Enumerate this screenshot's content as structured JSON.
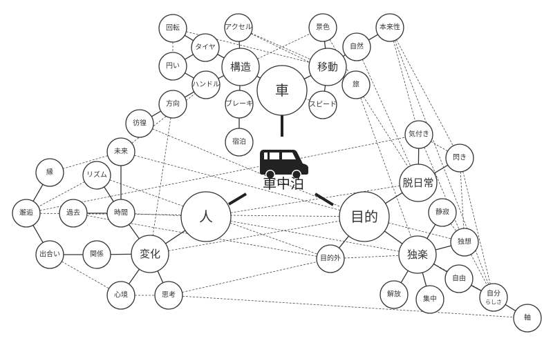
{
  "title": "車中泊",
  "center": {
    "label": "車中泊",
    "icon": "car-icon"
  },
  "nodes": [
    {
      "id": "kuruma",
      "label": "車",
      "size": "xl"
    },
    {
      "id": "hito",
      "label": "人",
      "size": "xl"
    },
    {
      "id": "mokuteki",
      "label": "目的",
      "size": "xl"
    },
    {
      "id": "kouzou",
      "label": "構造",
      "size": "l"
    },
    {
      "id": "idou",
      "label": "移動",
      "size": "l"
    },
    {
      "id": "henka",
      "label": "変化",
      "size": "l"
    },
    {
      "id": "datsunichijou",
      "label": "脱日常",
      "size": "l"
    },
    {
      "id": "dokuraku",
      "label": "独楽",
      "size": "l"
    },
    {
      "id": "kaiten",
      "label": "回転",
      "size": "s"
    },
    {
      "id": "accel",
      "label": "アクセル",
      "size": "s"
    },
    {
      "id": "taiya",
      "label": "タイヤ",
      "size": "s"
    },
    {
      "id": "marui",
      "label": "円い",
      "size": "s"
    },
    {
      "id": "handle",
      "label": "ハンドル",
      "size": "s"
    },
    {
      "id": "houkou",
      "label": "方向",
      "size": "s"
    },
    {
      "id": "brake",
      "label": "ブレーキ",
      "size": "s"
    },
    {
      "id": "shukuhaku",
      "label": "宿泊",
      "size": "s"
    },
    {
      "id": "keshiki",
      "label": "景色",
      "size": "s"
    },
    {
      "id": "shizen",
      "label": "自然",
      "size": "s"
    },
    {
      "id": "honraisei",
      "label": "本来性",
      "size": "s"
    },
    {
      "id": "tabi",
      "label": "旅",
      "size": "s"
    },
    {
      "id": "speed",
      "label": "スピード",
      "size": "s"
    },
    {
      "id": "houkou2",
      "label": "彷徨",
      "size": "s"
    },
    {
      "id": "mirai",
      "label": "未来",
      "size": "s"
    },
    {
      "id": "en",
      "label": "縁",
      "size": "s"
    },
    {
      "id": "rhythm",
      "label": "リズム",
      "size": "s"
    },
    {
      "id": "kaikou",
      "label": "邂逅",
      "size": "s"
    },
    {
      "id": "kako",
      "label": "過去",
      "size": "s"
    },
    {
      "id": "jikan",
      "label": "時間",
      "size": "s"
    },
    {
      "id": "deai",
      "label": "出合い",
      "size": "s"
    },
    {
      "id": "kankei",
      "label": "関係",
      "size": "s"
    },
    {
      "id": "shinkyou",
      "label": "心境",
      "size": "s"
    },
    {
      "id": "shikou",
      "label": "思考",
      "size": "s"
    },
    {
      "id": "mokutekigai",
      "label": "目的外",
      "size": "s"
    },
    {
      "id": "kizuki",
      "label": "気付き",
      "size": "s"
    },
    {
      "id": "hirameki",
      "label": "閃き",
      "size": "s"
    },
    {
      "id": "seijaku",
      "label": "静寂",
      "size": "s"
    },
    {
      "id": "dokusou",
      "label": "独想",
      "size": "s"
    },
    {
      "id": "jiyuu",
      "label": "自由",
      "size": "s"
    },
    {
      "id": "kaihou",
      "label": "解放",
      "size": "s"
    },
    {
      "id": "shuuchuu",
      "label": "集中",
      "size": "s"
    },
    {
      "id": "jibunrashisa",
      "label": "自分",
      "sublabel": "らしさ",
      "size": "s"
    },
    {
      "id": "jiku",
      "label": "軸",
      "size": "s"
    }
  ],
  "solid_links": [
    [
      "kaiten",
      "taiya"
    ],
    [
      "taiya",
      "marui"
    ],
    [
      "taiya",
      "kouzou"
    ],
    [
      "marui",
      "handle"
    ],
    [
      "handle",
      "kouzou"
    ],
    [
      "handle",
      "houkou"
    ],
    [
      "houkou",
      "houkou2"
    ],
    [
      "accel",
      "kouzou"
    ],
    [
      "kouzou",
      "kuruma"
    ],
    [
      "kouzou",
      "brake"
    ],
    [
      "brake",
      "shukuhaku"
    ],
    [
      "keshiki",
      "idou"
    ],
    [
      "idou",
      "shizen"
    ],
    [
      "shizen",
      "honraisei"
    ],
    [
      "idou",
      "tabi"
    ],
    [
      "idou",
      "speed"
    ],
    [
      "idou",
      "kuruma"
    ],
    [
      "en",
      "kaikou"
    ],
    [
      "kaikou",
      "deai"
    ],
    [
      "kako",
      "jikan"
    ],
    [
      "mirai",
      "jikan"
    ],
    [
      "rhythm",
      "jikan"
    ],
    [
      "jikan",
      "henka"
    ],
    [
      "deai",
      "kankei"
    ],
    [
      "kankei",
      "henka"
    ],
    [
      "henka",
      "shinkyou"
    ],
    [
      "henka",
      "shikou"
    ],
    [
      "henka",
      "hito"
    ],
    [
      "mokuteki",
      "datsunichijou"
    ],
    [
      "mokuteki",
      "mokutekigai"
    ],
    [
      "mokuteki",
      "dokuraku"
    ],
    [
      "datsunichijou",
      "kizuki"
    ],
    [
      "datsunichijou",
      "hirameki"
    ],
    [
      "dokuraku",
      "seijaku"
    ],
    [
      "dokuraku",
      "dokusou"
    ],
    [
      "dokuraku",
      "jiyuu"
    ],
    [
      "dokuraku",
      "kaihou"
    ],
    [
      "dokuraku",
      "shuuchuu"
    ],
    [
      "jiyuu",
      "jibunrashisa"
    ],
    [
      "jibunrashisa",
      "jiku"
    ]
  ],
  "dashed_links": [
    [
      "kaiten",
      "marui"
    ],
    [
      "kaiten",
      "idou"
    ],
    [
      "accel",
      "idou"
    ],
    [
      "accel",
      "tabi"
    ],
    [
      "kouzou",
      "keshiki"
    ],
    [
      "handle",
      "houkou2"
    ],
    [
      "keshiki",
      "tabi"
    ],
    [
      "houkou",
      "henka"
    ],
    [
      "mirai",
      "en"
    ],
    [
      "mirai",
      "handle"
    ],
    [
      "mirai",
      "mokuteki"
    ],
    [
      "houkou2",
      "mokuteki"
    ],
    [
      "rhythm",
      "kaikou"
    ],
    [
      "rhythm",
      "mokutekigai"
    ],
    [
      "kaikou",
      "kizuki"
    ],
    [
      "kaikou",
      "mokuteki"
    ],
    [
      "deai",
      "shinkyou"
    ],
    [
      "shinkyou",
      "shikou"
    ],
    [
      "shikou",
      "mokutekigai"
    ],
    [
      "shikou",
      "jiku"
    ],
    [
      "hito",
      "dokuraku"
    ],
    [
      "hito",
      "datsunichijou"
    ],
    [
      "henka",
      "mokuteki"
    ],
    [
      "mokuteki",
      "dokusou"
    ],
    [
      "mokutekigai",
      "dokuraku"
    ],
    [
      "shizen",
      "datsunichijou"
    ],
    [
      "tabi",
      "datsunichijou"
    ],
    [
      "tabi",
      "dokuraku"
    ],
    [
      "honraisei",
      "kizuki"
    ],
    [
      "honraisei",
      "jibunrashisa"
    ],
    [
      "honraisei",
      "hirameki"
    ],
    [
      "kizuki",
      "hirameki"
    ],
    [
      "kizuki",
      "dokusou"
    ],
    [
      "hirameki",
      "jibunrashisa"
    ],
    [
      "hirameki",
      "dokusou"
    ],
    [
      "seijaku",
      "dokusou"
    ],
    [
      "dokusou",
      "jibunrashisa"
    ],
    [
      "kako",
      "mokutekigai"
    ],
    [
      "dokuraku",
      "jibunrashisa"
    ],
    [
      "speed",
      "kuruma"
    ],
    [
      "jikan",
      "hito"
    ]
  ]
}
